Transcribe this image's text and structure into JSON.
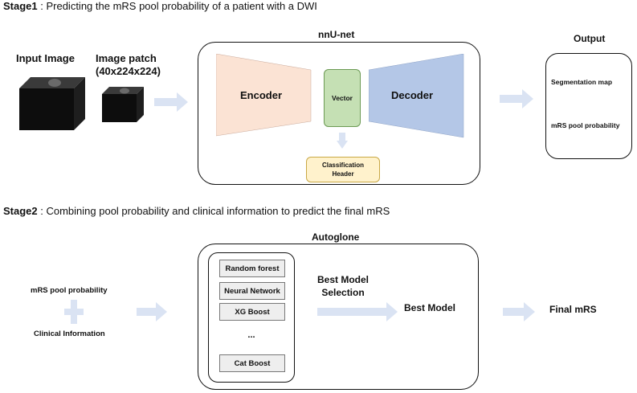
{
  "stage1": {
    "prefix": "Stage1",
    "text": " : Predicting the mRS pool probability of a patient with a DWI"
  },
  "input_image_label": "Input Image",
  "image_patch_label_line1": "Image patch",
  "image_patch_label_line2": "(40x224x224)",
  "nnunet": {
    "title": "nnU-net",
    "encoder": "Encoder",
    "vector": "Vector",
    "decoder": "Decoder",
    "classification_header_line1": "Classification",
    "classification_header_line2": "Header"
  },
  "output": {
    "title": "Output",
    "item1": "Segmentation map",
    "item2": "mRS pool probability"
  },
  "stage2": {
    "prefix": "Stage2",
    "text": " : Combining pool probability and clinical information to predict the final mRS"
  },
  "inputs2": {
    "item1": "mRS pool probability",
    "item2": "Clinical Information"
  },
  "autogluon": {
    "title": "Autoglone",
    "models": [
      "Random forest",
      "Neural Network",
      "XG Boost",
      "...",
      "Cat Boost"
    ],
    "selection_line1": "Best Model",
    "selection_line2": "Selection",
    "best_model": "Best Model"
  },
  "final": "Final mRS",
  "colors": {
    "encoder_fill": "#fbe3d4",
    "decoder_fill": "#b4c7e7",
    "vector_fill": "#c5e0b4",
    "classification_fill": "#fff2cc",
    "arrow_fill": "#dae3f3",
    "plus_fill": "#dae3f3",
    "model_box_fill": "#eeeeee"
  }
}
